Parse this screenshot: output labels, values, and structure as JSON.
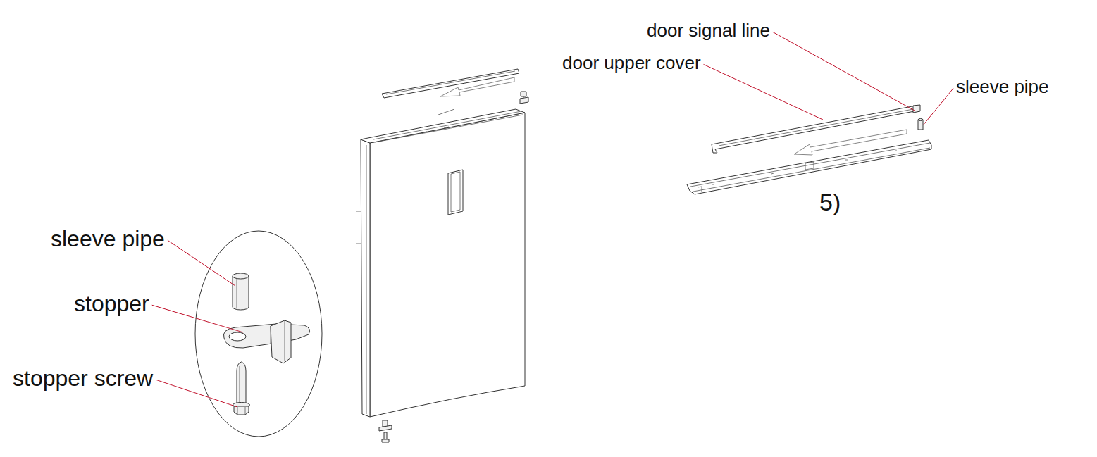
{
  "diagram": {
    "labels": [
      "door signal line",
      "door upper cover",
      "sleeve pipe",
      "5)",
      "sleeve pipe",
      "stopper",
      "stopper screw"
    ]
  }
}
